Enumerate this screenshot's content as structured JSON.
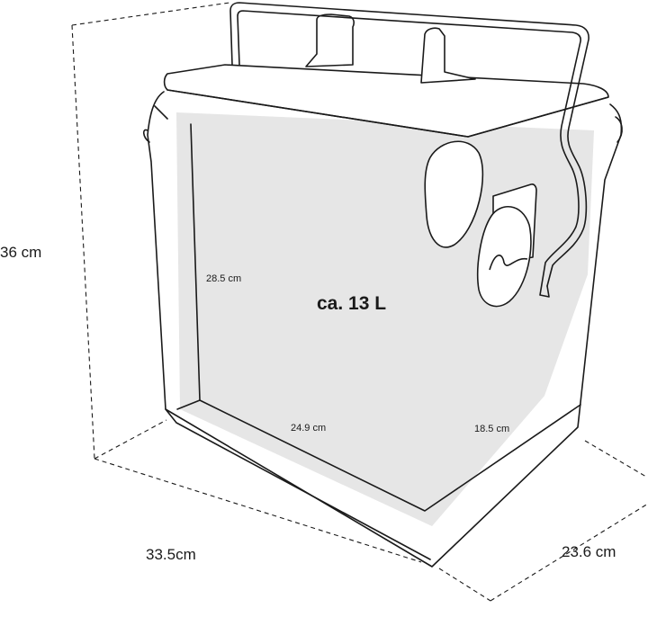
{
  "dimensions": {
    "outer_height": "36 cm",
    "outer_width": "33.5cm",
    "outer_depth": "23.6 cm",
    "inner_height": "28.5 cm",
    "inner_width": "24.9 cm",
    "inner_depth": "18.5 cm"
  },
  "capacity": "ca. 13 L",
  "colors": {
    "outline": "#1a1a1a",
    "interior_fill": "#e6e6e6",
    "background": "#ffffff"
  }
}
